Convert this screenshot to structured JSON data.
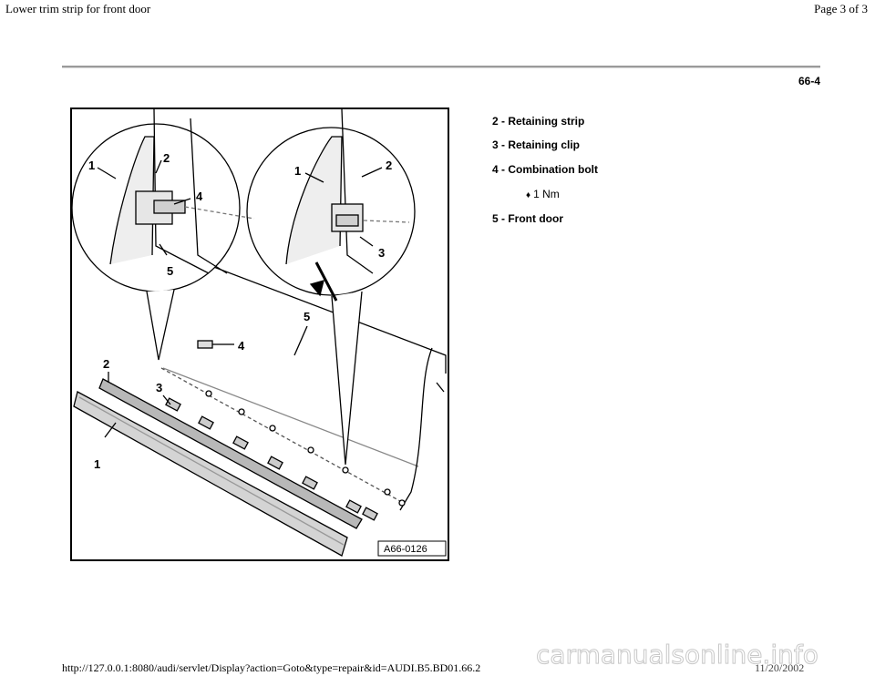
{
  "header": {
    "title": "Lower trim strip for front door",
    "page": "Page 3 of 3"
  },
  "page_number": "66-4",
  "figure": {
    "id_label": "A66-0126",
    "callouts": {
      "c1": "1",
      "c2": "2",
      "c3": "3",
      "c4": "4",
      "c5": "5"
    }
  },
  "legend": {
    "item2": "2 - Retaining strip",
    "item3": "3 - Retaining clip",
    "item4": "4 - Combination bolt",
    "item4_sub": "1 Nm",
    "item5": "5 - Front door"
  },
  "footer": {
    "url": "http://127.0.0.1:8080/audi/servlet/Display?action=Goto&type=repair&id=AUDI.B5.BD01.66.2",
    "date": "11/20/2002",
    "watermark": "carmanualsonline.info"
  }
}
